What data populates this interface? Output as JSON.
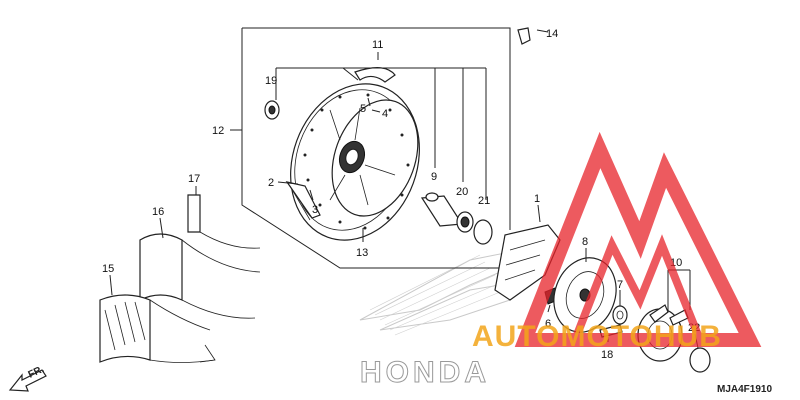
{
  "labels": [
    {
      "id": "1",
      "text": "1"
    },
    {
      "id": "2",
      "text": "2"
    },
    {
      "id": "3",
      "text": "3"
    },
    {
      "id": "4",
      "text": "4"
    },
    {
      "id": "5",
      "text": "5"
    },
    {
      "id": "6",
      "text": "6"
    },
    {
      "id": "7",
      "text": "7"
    },
    {
      "id": "8",
      "text": "8"
    },
    {
      "id": "9",
      "text": "9"
    },
    {
      "id": "10",
      "text": "10"
    },
    {
      "id": "11",
      "text": "11"
    },
    {
      "id": "12",
      "text": "12"
    },
    {
      "id": "13",
      "text": "13"
    },
    {
      "id": "14",
      "text": "14"
    },
    {
      "id": "15",
      "text": "15"
    },
    {
      "id": "16",
      "text": "16"
    },
    {
      "id": "17",
      "text": "17"
    },
    {
      "id": "18",
      "text": "18"
    },
    {
      "id": "19",
      "text": "19"
    },
    {
      "id": "20",
      "text": "20"
    },
    {
      "id": "21",
      "text": "21"
    },
    {
      "id": "22",
      "text": "22"
    }
  ],
  "direction_label": "FR.",
  "diagram_code": "MJA4F1910",
  "brand_watermark": "HONDA",
  "site_watermark": "AUTOMOTOHUB",
  "colors": {
    "watermark_red": "#e8232a",
    "watermark_orange": "#f2a51a",
    "watermark_dark": "#222222",
    "line": "#222222"
  }
}
